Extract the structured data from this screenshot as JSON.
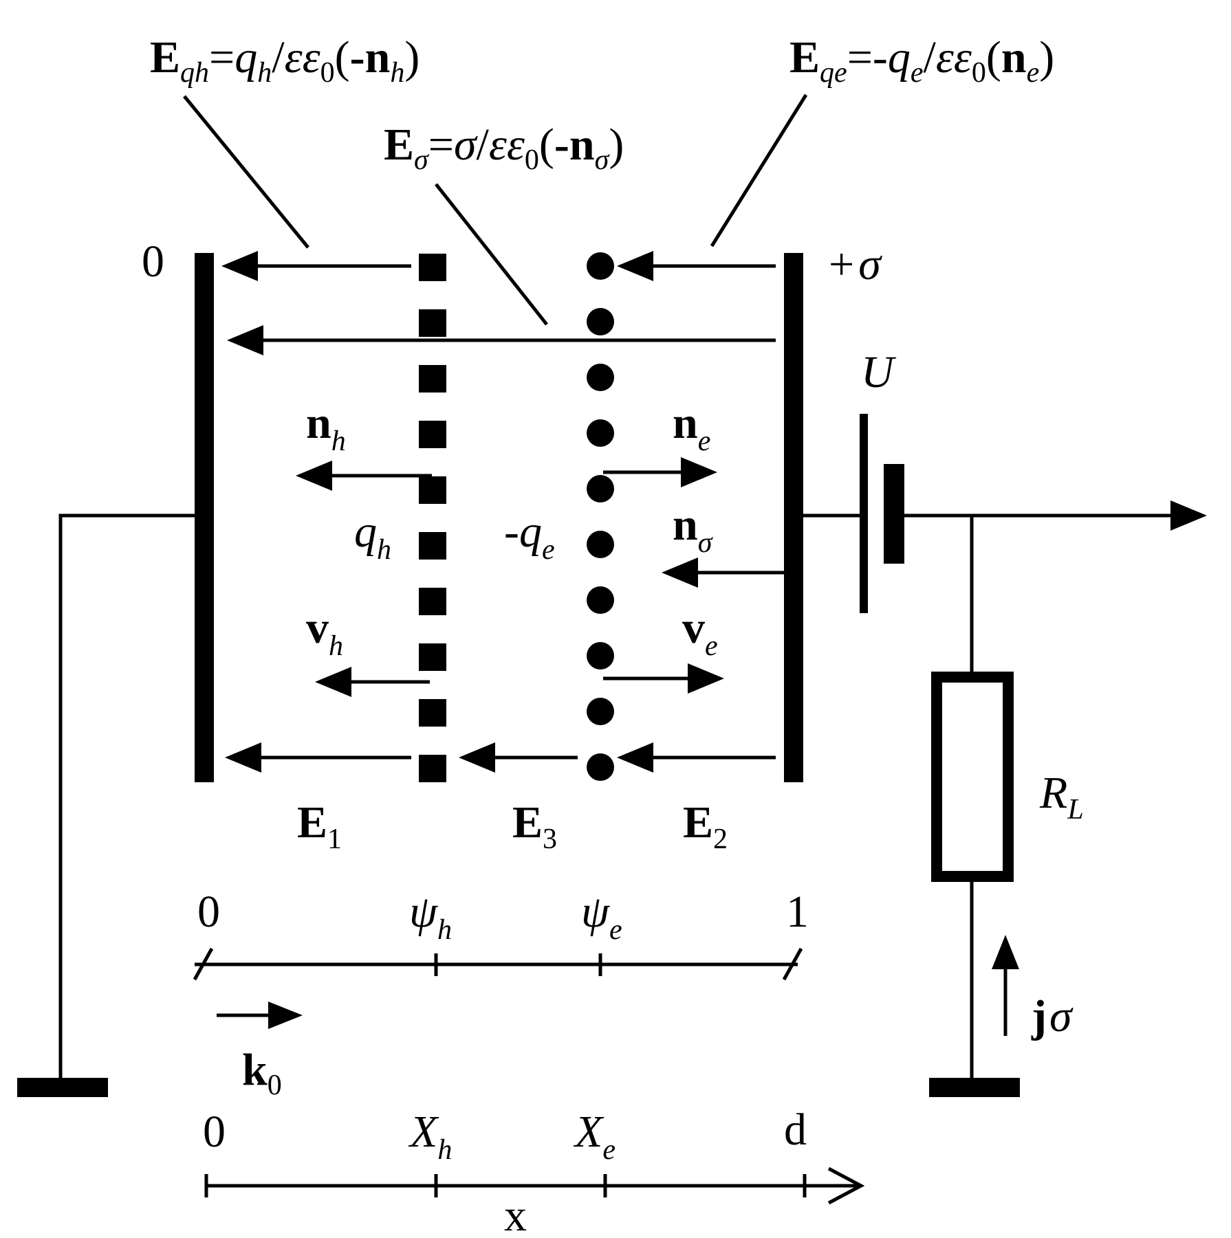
{
  "equations": {
    "eqh": {
      "E": "E",
      "E_sub": "qh",
      "rest1": "=",
      "q": "q",
      "q_sub": "h",
      "rest2": "/",
      "eps": "εε",
      "eps_sub": "0",
      "open": "(",
      "neg": "-",
      "n": "n",
      "n_sub": "h",
      "close": ")"
    },
    "eqe": {
      "E": "E",
      "E_sub": "qe",
      "rest1": "=-",
      "q": "q",
      "q_sub": "e",
      "rest2": "/",
      "eps": "εε",
      "eps_sub": "0",
      "open": "(",
      "n": "n",
      "n_sub": "e",
      "close": ")"
    },
    "esigma": {
      "E": "E",
      "E_sub": "σ",
      "rest1": "=",
      "sigma": "σ",
      "rest2": "/",
      "eps": "εε",
      "eps_sub": "0",
      "open": "(",
      "neg": "-",
      "n": "n",
      "n_sub": "σ",
      "close": ")"
    }
  },
  "plates": {
    "left_label": "0",
    "right_label_sign": "+",
    "right_label_sigma": "σ"
  },
  "vectors": {
    "nh": {
      "main": "n",
      "sub": "h"
    },
    "ne": {
      "main": "n",
      "sub": "e"
    },
    "nsigma": {
      "main": "n",
      "sub": "σ"
    },
    "vh": {
      "main": "v",
      "sub": "h"
    },
    "ve": {
      "main": "v",
      "sub": "e"
    }
  },
  "charges": {
    "qh": {
      "main": "q",
      "sub": "h"
    },
    "qe": {
      "neg": "-",
      "main": "q",
      "sub": "e"
    }
  },
  "fields": {
    "E1": {
      "main": "E",
      "sub": "1"
    },
    "E3": {
      "main": "E",
      "sub": "3"
    },
    "E2": {
      "main": "E",
      "sub": "2"
    }
  },
  "circuit": {
    "battery_label": "U",
    "resistor": {
      "main": "R",
      "sub": "L"
    },
    "current": {
      "main": "j",
      "sub": "σ"
    }
  },
  "normalized_axis": {
    "start": "0",
    "psi_h": {
      "main": "ψ",
      "sub": "h"
    },
    "psi_e": {
      "main": "ψ",
      "sub": "e"
    },
    "end": "1"
  },
  "wavevector": {
    "main": "k",
    "sub": "0"
  },
  "spatial_axis": {
    "start": "0",
    "Xh": {
      "main": "X",
      "sub": "h"
    },
    "Xe": {
      "main": "X",
      "sub": "e"
    },
    "end": "d",
    "label": "x"
  }
}
